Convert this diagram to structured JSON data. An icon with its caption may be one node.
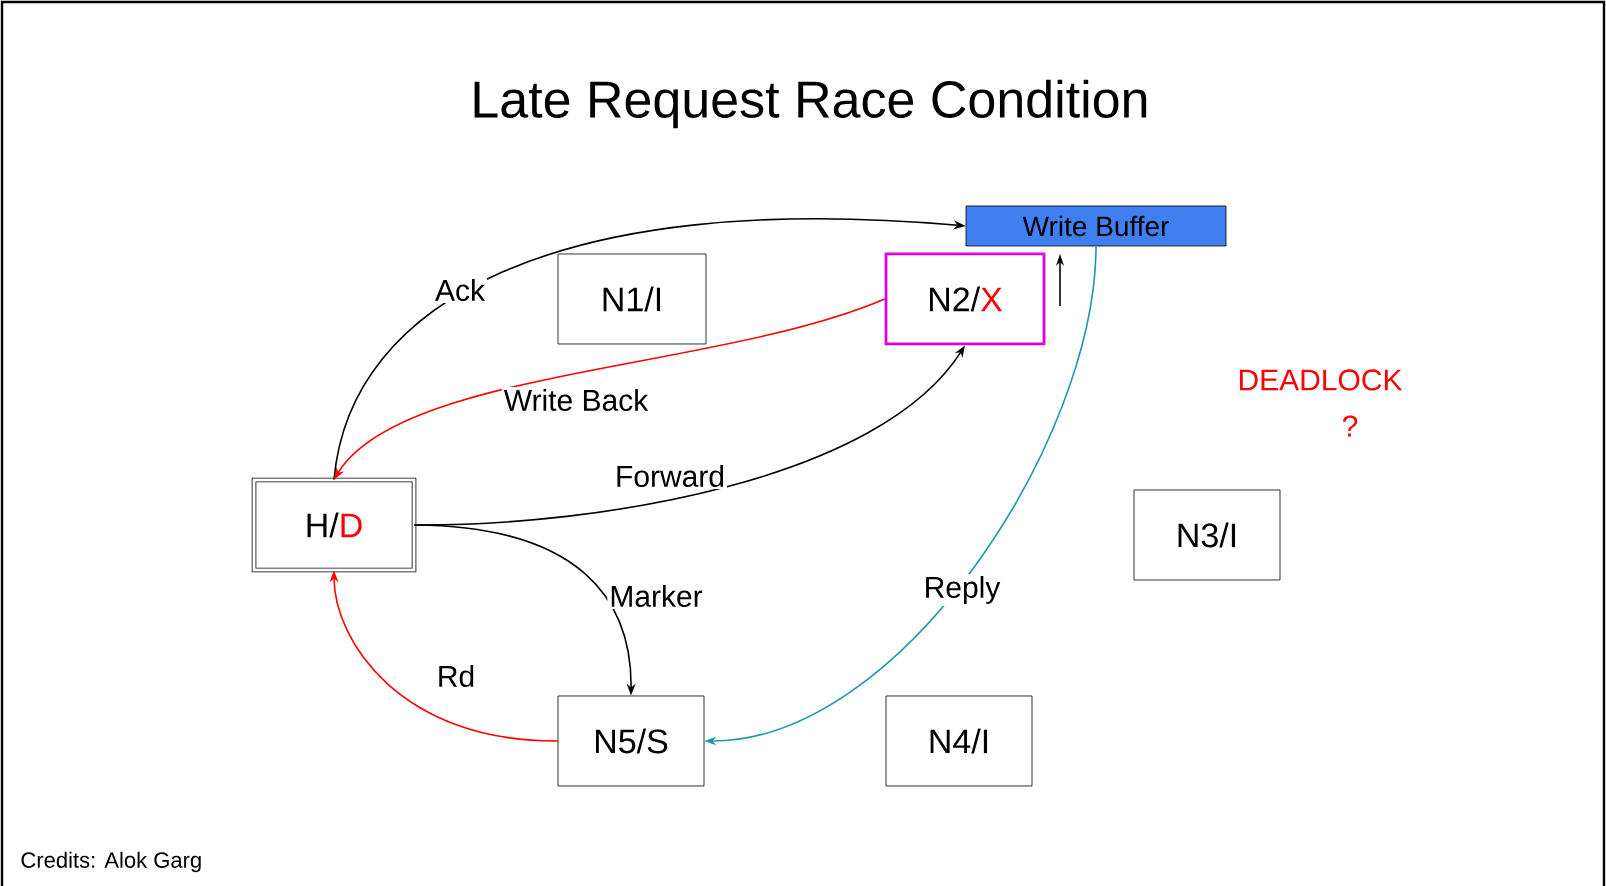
{
  "diagram": {
    "title": "Late Request Race Condition",
    "nodes": [
      {
        "text": [
          "Write Buffer"
        ]
      },
      {
        "text": [
          "N1/I"
        ]
      },
      {
        "text": [
          "N2/",
          "X"
        ]
      },
      {
        "text": [
          "H/",
          "D"
        ]
      },
      {
        "text": [
          "N3/I"
        ]
      },
      {
        "text": [
          "N5/S"
        ]
      },
      {
        "text": [
          "N4/I"
        ]
      }
    ],
    "edges": [
      {
        "from": 3,
        "to": 0,
        "arrow": "to",
        "label": "Ack"
      },
      {
        "from": 2,
        "to": 3,
        "arrow": "to",
        "label": "Write Back",
        "color": "#ff0000"
      },
      {
        "from": 3,
        "to": 2,
        "arrow": "to",
        "label": "Forward"
      },
      {
        "from": 3,
        "to": 5,
        "arrow": "to",
        "label": "Marker"
      },
      {
        "from": 5,
        "to": 3,
        "arrow": "to",
        "label": "Rd",
        "color": "#ff0000"
      },
      {
        "from": 0,
        "to": 5,
        "arrow": "to",
        "label": "Reply",
        "color": "#1a9aaa"
      }
    ],
    "labels": [
      "DEADLOCK",
      "?",
      "Credits: Alok Garg"
    ]
  }
}
